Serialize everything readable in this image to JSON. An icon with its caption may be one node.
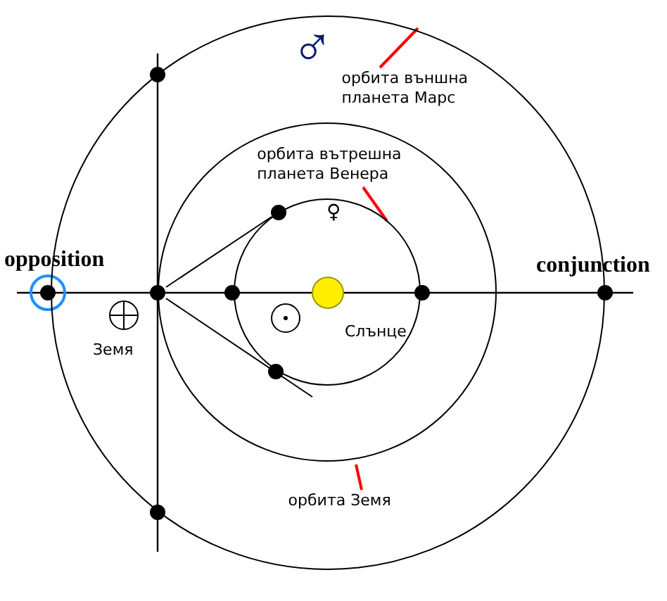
{
  "diagram": {
    "nodes": [
      {
        "text": [],
        "shape": "circle"
      },
      {
        "text": [
          "орбита външна планета Марс"
        ],
        "in": 0
      },
      {
        "text": [],
        "shape": "circle",
        "in": 0
      },
      {
        "text": [
          "орбита вътрешна планета Венера"
        ],
        "in": 2
      },
      {
        "text": [],
        "shape": "circle",
        "in": 2
      },
      {
        "text": [
          "орбита Земя"
        ],
        "in": 0
      }
    ],
    "edges": [
      {
        "from": 1,
        "to": 0,
        "arrow": "none",
        "color": "#ff0000"
      },
      {
        "from": 3,
        "to": 4,
        "arrow": "none",
        "color": "#ff0000"
      },
      {
        "from": 5,
        "to": 2,
        "arrow": "none",
        "color": "#ff0000"
      }
    ],
    "labels": [
      "♂",
      "♀",
      "opposition",
      "Земя",
      "Слънце",
      "conjunction"
    ]
  }
}
